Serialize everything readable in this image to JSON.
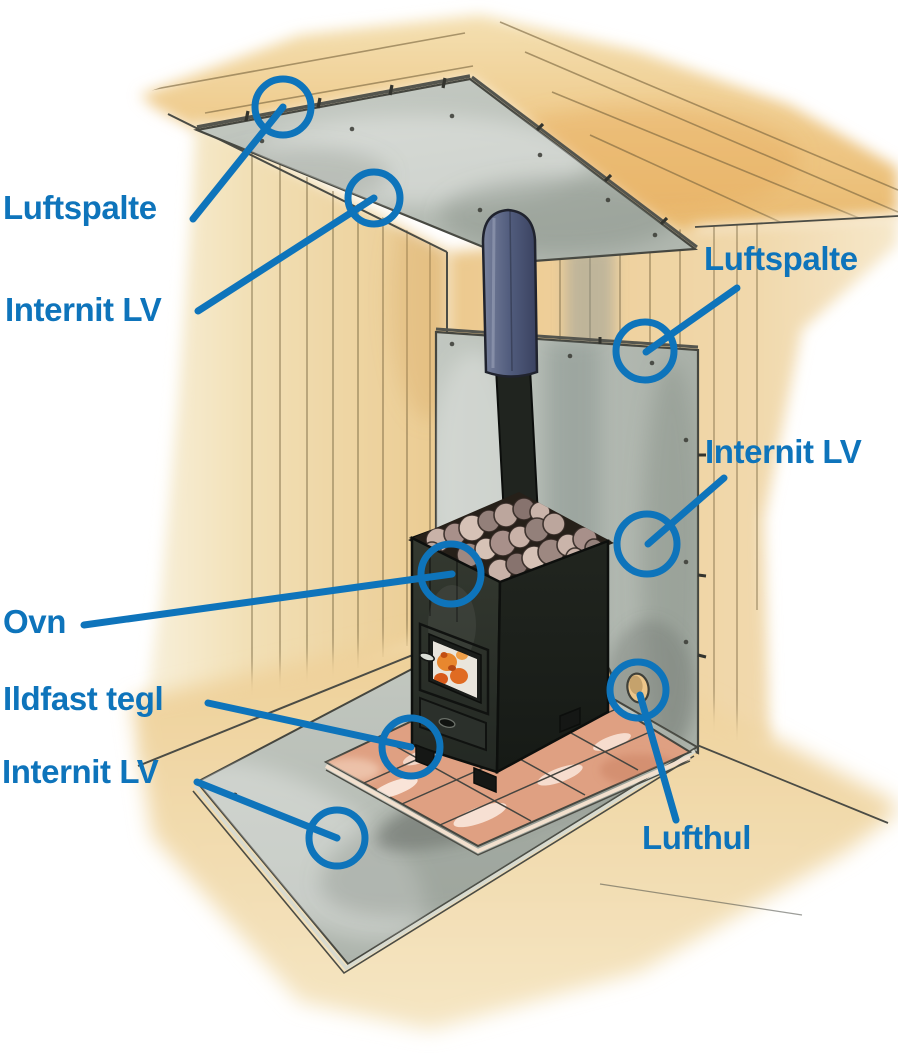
{
  "labels": {
    "luftspalte_left": "Luftspalte",
    "internit_lv_left": "Internit LV",
    "luftspalte_right": "Luftspalte",
    "internit_lv_right": "Internit LV",
    "ovn": "Ovn",
    "ildfast_tegl": "Ildfast tegl",
    "internit_lv_bottom": "Internit LV",
    "lufthul": "Lufthul"
  },
  "colors": {
    "annotation_blue": "#0e74bb",
    "wood_tan": "#eecd92",
    "board_gray": "#b9c0b9",
    "tile_terracotta": "#dfa082",
    "stove_black": "#2b302b",
    "heat_shield_navy": "#4c5677",
    "fire_orange": "#e8872e",
    "ink_outline": "#45463f"
  }
}
